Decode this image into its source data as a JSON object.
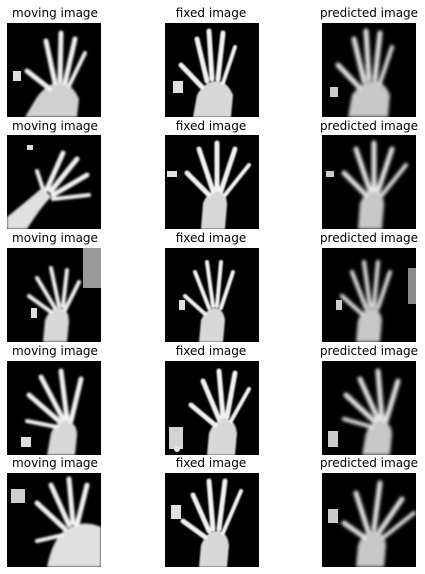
{
  "figure": {
    "column_titles": [
      "moving image",
      "fixed image",
      "predicted image"
    ],
    "rows": [
      {
        "moving": "moving image",
        "fixed": "fixed image",
        "predicted": "predicted image"
      },
      {
        "moving": "moving image",
        "fixed": "fixed image",
        "predicted": "predicted image"
      },
      {
        "moving": "moving image",
        "fixed": "fixed image",
        "predicted": "predicted image"
      },
      {
        "moving": "moving image",
        "fixed": "fixed image",
        "predicted": "predicted image"
      },
      {
        "moving": "moving image",
        "fixed": "fixed image",
        "predicted": "predicted image"
      }
    ],
    "image_subject": "hand-xray",
    "colors": {
      "background": "#000000",
      "bone": "#f0f0f0"
    }
  }
}
